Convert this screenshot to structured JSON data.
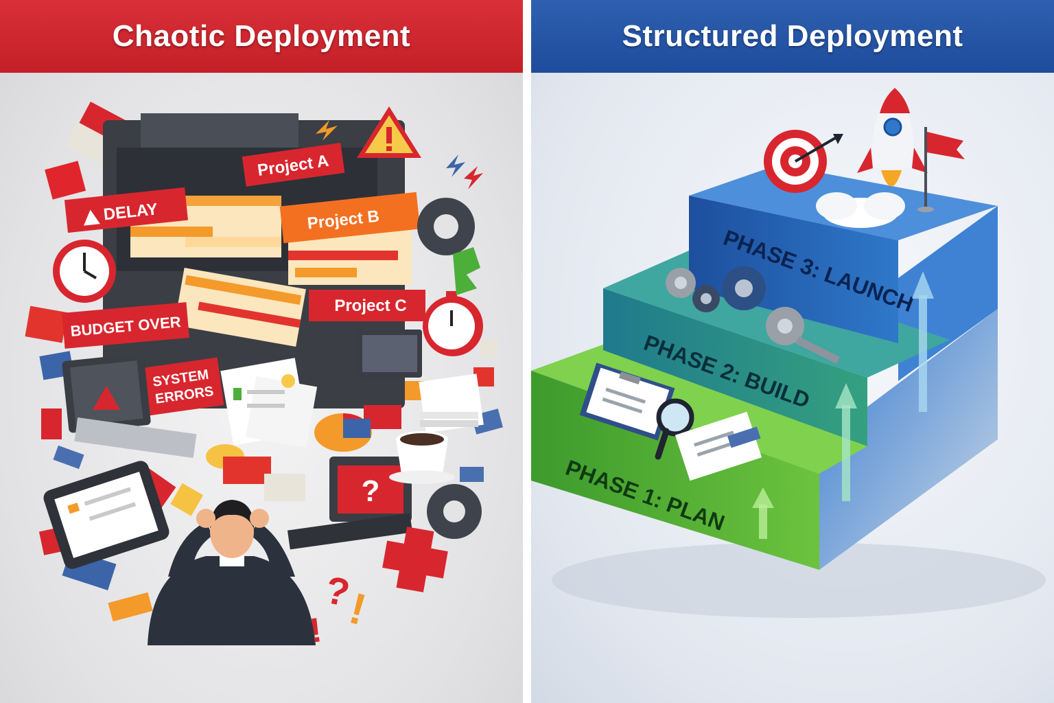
{
  "left": {
    "title": "Chaotic Deployment",
    "labels": {
      "project_a": "Project A",
      "project_b": "Project B",
      "project_c": "Project C",
      "delay": "DELAY",
      "budget": "BUDGET OVER",
      "system_line1": "SYSTEM",
      "system_line2": "ERRORS",
      "question": "?",
      "exclaim": "!"
    }
  },
  "right": {
    "title": "Structured Deployment",
    "phases": [
      {
        "label": "PHASE 1: PLAN"
      },
      {
        "label": "PHASE 2: BUILD"
      },
      {
        "label": "PHASE 3: LAUNCH"
      }
    ]
  },
  "colors": {
    "left_banner": "#c41f27",
    "right_banner": "#1f4c9c",
    "phase1": "#4caf3a",
    "phase2": "#2f8c8c",
    "phase3": "#2a62b8"
  }
}
